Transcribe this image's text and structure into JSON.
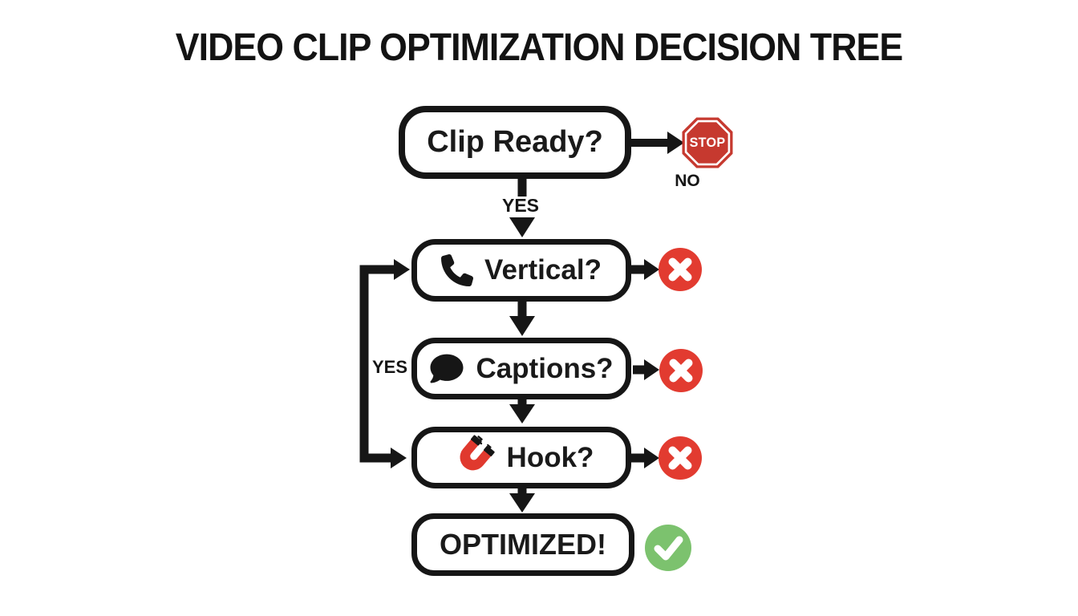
{
  "title": "VIDEO CLIP OPTIMIZATION DECISION TREE",
  "nodes": {
    "clip_ready": {
      "label": "Clip Ready?"
    },
    "vertical": {
      "label": "Vertical?",
      "icon": "phone-icon"
    },
    "captions": {
      "label": "Captions?",
      "icon": "speech-bubble-icon"
    },
    "hook": {
      "label": "Hook?",
      "icon": "magnet-icon"
    },
    "optimized": {
      "label": "OPTIMIZED!"
    }
  },
  "edge_labels": {
    "no": "NO",
    "yes_down": "YES",
    "yes_loop": "YES"
  },
  "stop_sign": {
    "label": "STOP"
  },
  "outcome_icons": {
    "fail": "x-circle-icon",
    "success": "check-circle-icon",
    "stop": "stop-sign-icon"
  },
  "colors": {
    "stop_red": "#c6392f",
    "x_red": "#e23b30",
    "check_green": "#7cc26e",
    "magnet_red": "#e0392e",
    "line_black": "#161616"
  }
}
